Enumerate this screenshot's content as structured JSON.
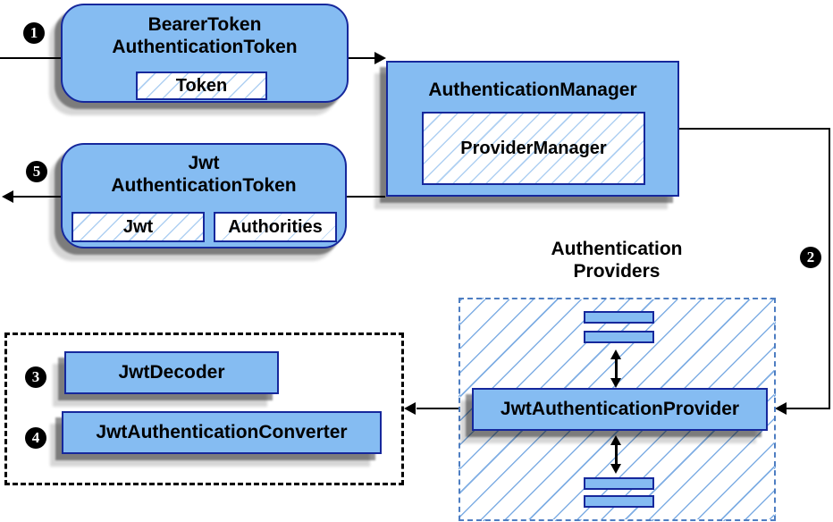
{
  "colors": {
    "box_fill": "#85BCF2",
    "box_border": "#16289C",
    "hatch_small": "#AFD0F2",
    "hatch_region": "#7FAEE4",
    "region_border": "#4E7EC2",
    "connector": "#000000",
    "badge_bg": "#000000",
    "badge_text": "#FFFFFF"
  },
  "steps": {
    "one": "1",
    "two": "2",
    "three": "3",
    "four": "4",
    "five": "5"
  },
  "nodes": {
    "bearer_token": {
      "title_line1": "BearerToken",
      "title_line2": "AuthenticationToken",
      "field": "Token"
    },
    "authentication_manager": {
      "title": "AuthenticationManager",
      "implementation": "ProviderManager"
    },
    "jwt_authentication_token": {
      "title_line1": "Jwt",
      "title_line2": "AuthenticationToken",
      "field1": "Jwt",
      "field2": "Authorities"
    },
    "authentication_providers": {
      "label_line1": "Authentication",
      "label_line2": "Providers",
      "provider": "JwtAuthenticationProvider"
    },
    "decoder_group": {
      "decoder": "JwtDecoder",
      "converter": "JwtAuthenticationConverter"
    }
  }
}
